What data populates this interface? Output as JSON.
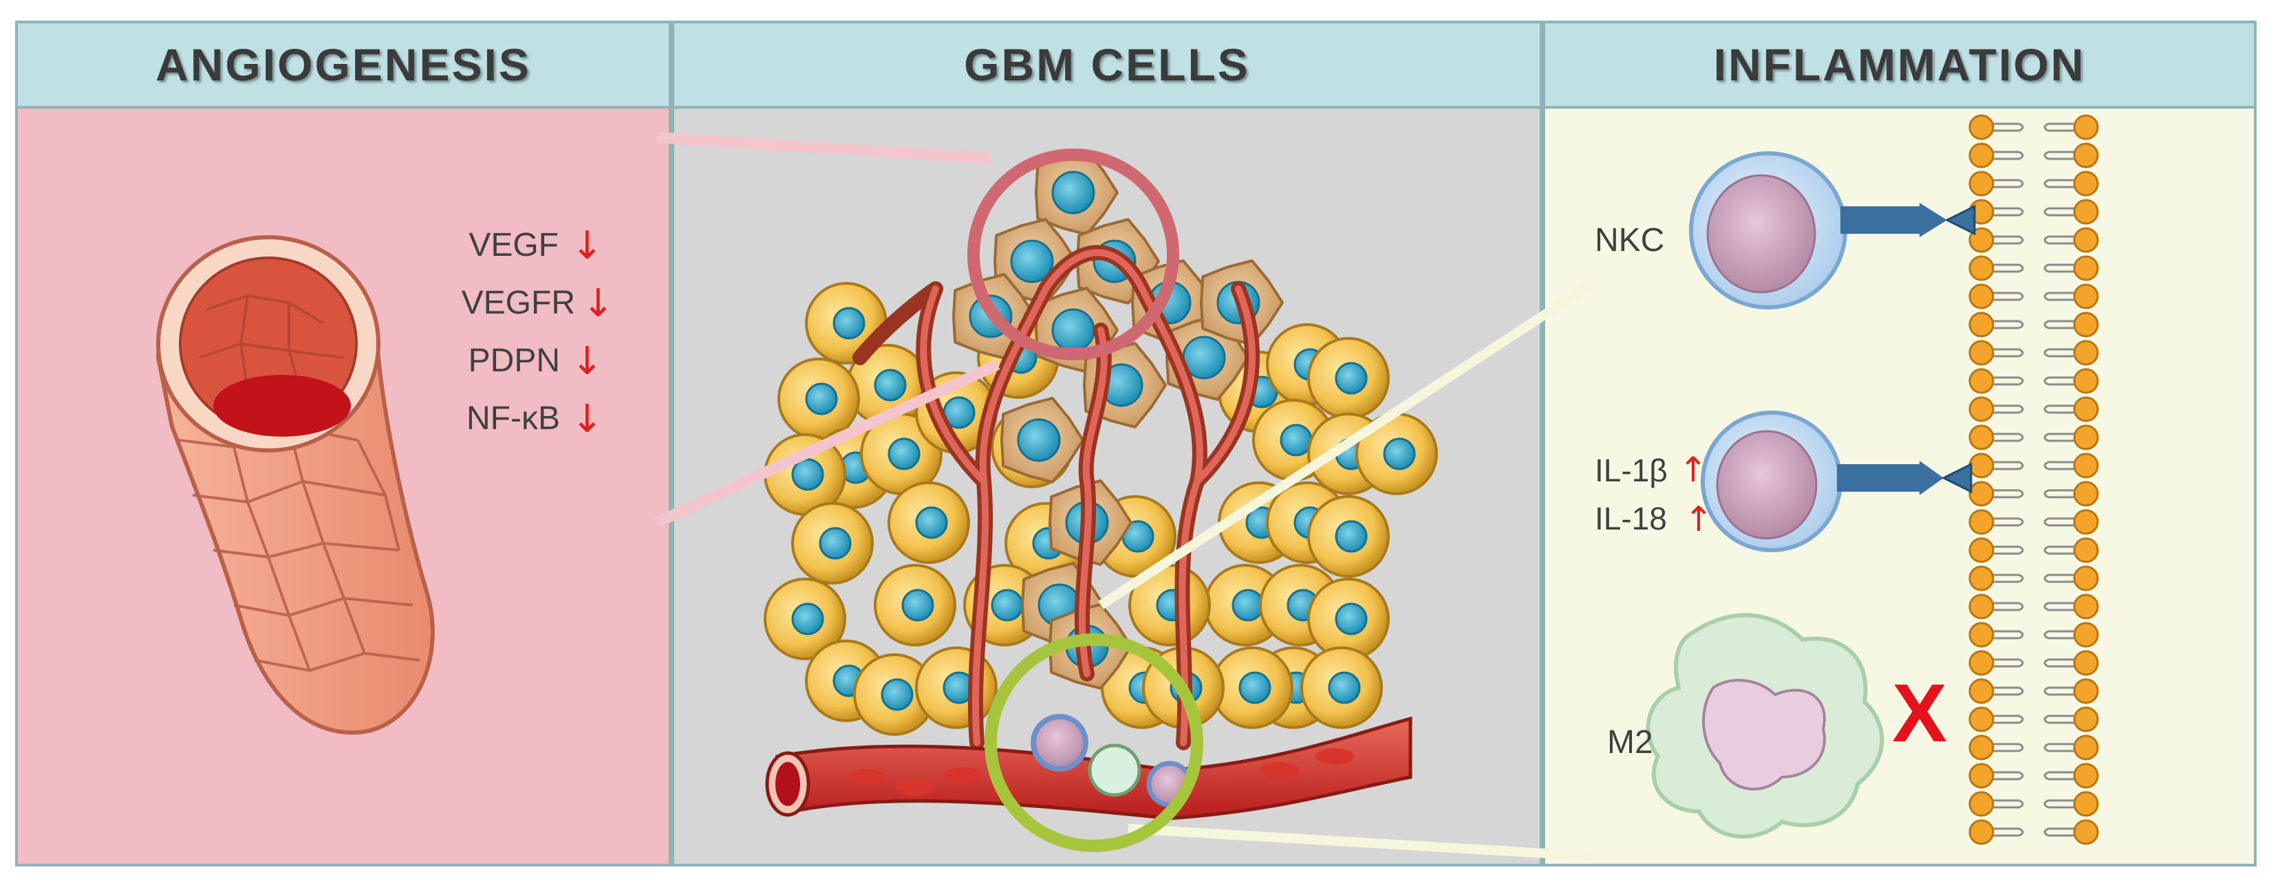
{
  "headers": {
    "left": "ANGIOGENESIS",
    "center": "GBM CELLS",
    "right": "INFLAMMATION"
  },
  "angiogenesis": {
    "markers": [
      {
        "name": "VEGF",
        "arrow": "↓"
      },
      {
        "name": "VEGFR",
        "arrow": "↓"
      },
      {
        "name": "PDPN",
        "arrow": "↓"
      },
      {
        "name": "NF-κB",
        "arrow": "↓"
      }
    ]
  },
  "inflammation": {
    "nkc_label": "NKC",
    "cytokines": [
      {
        "name": "IL-1β",
        "arrow": "↑"
      },
      {
        "name": "IL-18",
        "arrow": "↑"
      }
    ],
    "m2_label": "M2",
    "x_mark": "X"
  },
  "colors": {
    "angiogenesis_bg": "#f1bcc3",
    "gbm_bg": "#d6d6d6",
    "inflammation_bg": "#f7f8e4",
    "header_bg": "#bfe1e4",
    "arrow": "#e02020",
    "tumor_circle": "#d06872",
    "immune_circle": "#a6c53c"
  }
}
